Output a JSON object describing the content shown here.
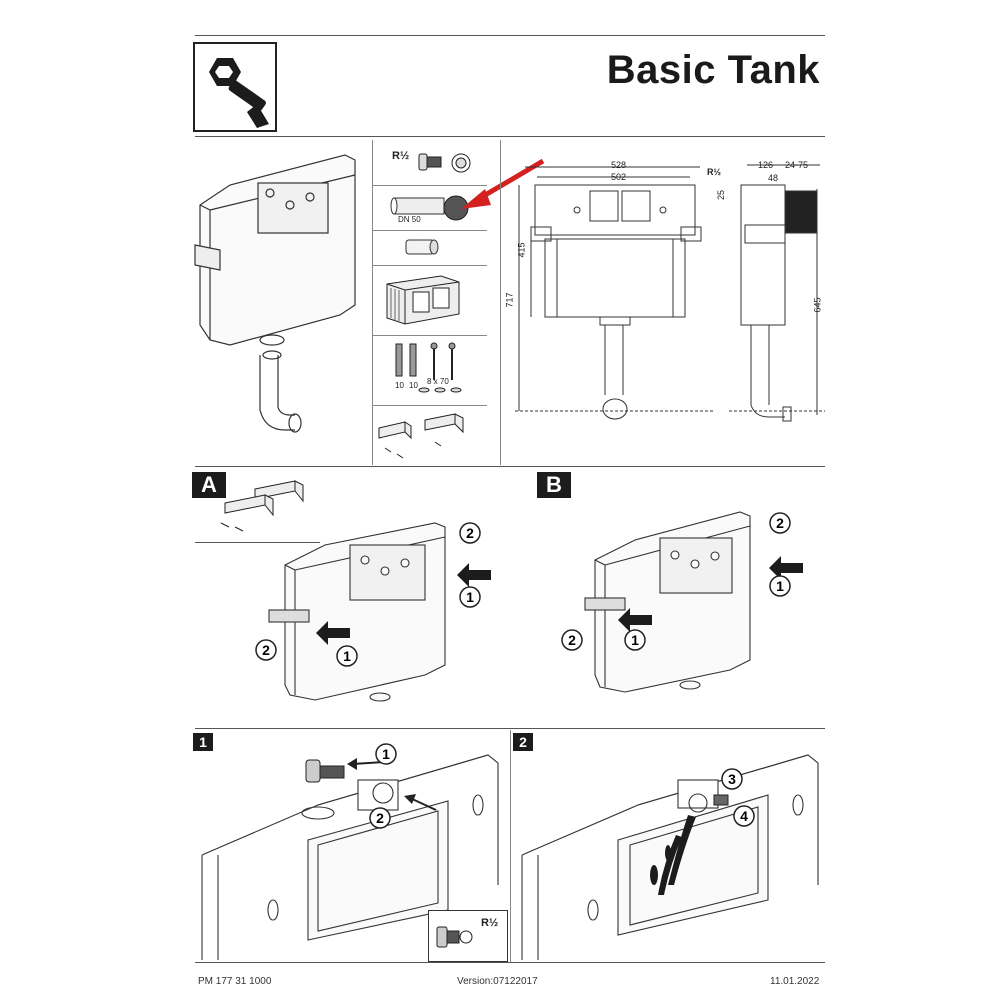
{
  "header": {
    "title": "Basic Tank",
    "icon": "wrench-nut-icon"
  },
  "parts": {
    "valve_thread": "R½",
    "pipe_size": "DN 50",
    "screw_labels": [
      "10",
      "10",
      "8 x 70"
    ]
  },
  "dimensions": {
    "width_total": "528",
    "width_inner": "502",
    "height_upper": "415",
    "height_total": "717",
    "side_thread": "R½",
    "depth_126": "126",
    "depth_range": "24-75",
    "depth_48": "48",
    "offset_25": "25",
    "side_height": "645"
  },
  "sections": {
    "a": "A",
    "b": "B",
    "step1": "1",
    "step2": "2"
  },
  "callouts": {
    "one": "1",
    "two": "2",
    "three": "3",
    "four": "4"
  },
  "inset": {
    "thread": "R½"
  },
  "footer": {
    "left": "PM 177 31  1000",
    "center": "Version:07122017",
    "right": "11.01.2022"
  },
  "colors": {
    "arrow": "#d4201f",
    "ink": "#1c1c1c"
  }
}
